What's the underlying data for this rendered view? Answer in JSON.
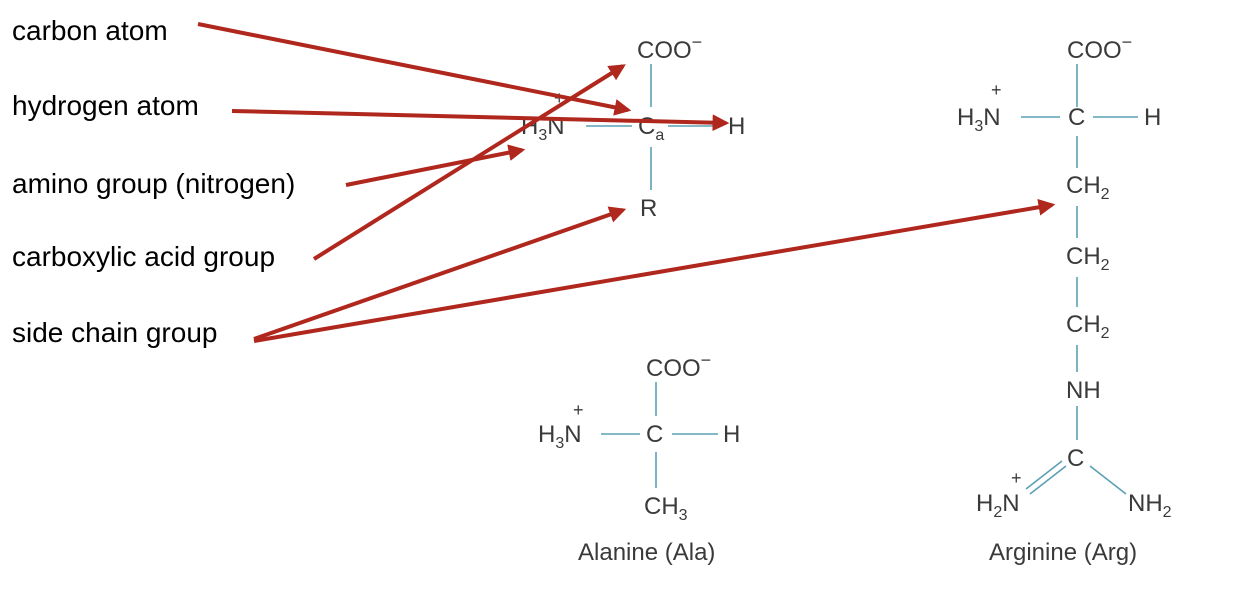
{
  "labels": {
    "carbon_atom": "carbon atom",
    "hydrogen_atom": "hydrogen atom",
    "amino_group": "amino group (nitrogen)",
    "carboxylic_acid_group": "carboxylic acid group",
    "side_chain_group": "side chain group"
  },
  "generic": {
    "carboxyl": "COO",
    "charge_minus": "−",
    "charge_plus": "+",
    "amine_h": "H",
    "amine_sub": "3",
    "amine_n": "N",
    "alpha_c": "C",
    "alpha_sub": "a",
    "hydrogen": "H",
    "r_group": "R"
  },
  "alanine": {
    "carboxyl": "COO",
    "charge_minus": "−",
    "charge_plus": "+",
    "amine_h": "H",
    "amine_sub": "3",
    "amine_n": "N",
    "c": "C",
    "hydrogen": "H",
    "methyl_c": "CH",
    "methyl_sub": "3",
    "name": "Alanine (Ala)"
  },
  "arginine": {
    "carboxyl": "COO",
    "charge_minus": "−",
    "charge_plus": "+",
    "amine_h": "H",
    "amine_sub": "3",
    "amine_n": "N",
    "c": "C",
    "hydrogen": "H",
    "ch2_1": "CH",
    "ch2_2": "CH",
    "ch2_3": "CH",
    "ch2_sub": "2",
    "nh": "NH",
    "guanidino_c": "C",
    "left_h": "H",
    "left_sub": "2",
    "left_n": "N",
    "left_plus": "+",
    "right_nh": "NH",
    "right_sub": "2",
    "name": "Arginine (Arg)"
  },
  "colors": {
    "arrow": "#b0271d",
    "bond": "#5aa0b4",
    "chem_text": "#3a3a3a",
    "label_text": "#000000"
  }
}
